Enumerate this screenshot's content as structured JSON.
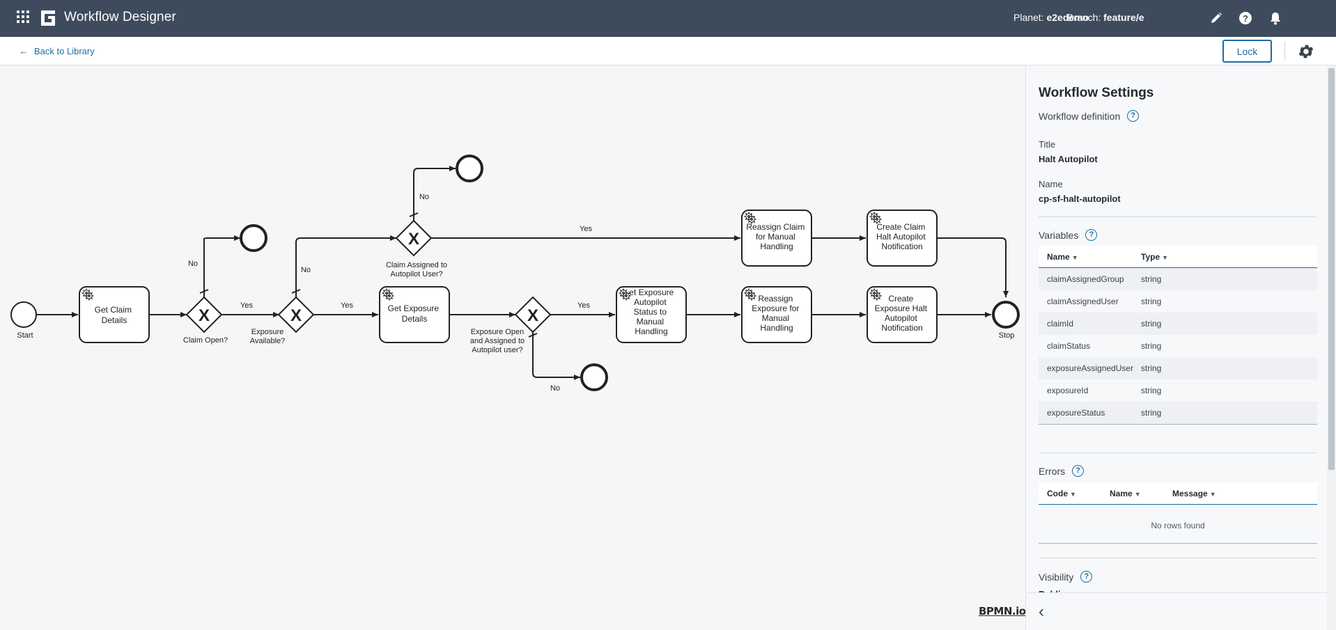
{
  "appbar": {
    "title": "Workflow Designer",
    "planet_label": "Planet:",
    "planet_value": "e2edemo",
    "branch_label": "Branch:",
    "branch_value": "feature/e",
    "icons": [
      "apps-grid-icon",
      "logo-icon",
      "pencil-icon",
      "help-icon",
      "bell-icon"
    ]
  },
  "toolbar": {
    "back_label": "Back to Library",
    "lock_label": "Lock",
    "settings_icon": "gear-icon"
  },
  "diagram": {
    "start_label": "Start",
    "stop_label": "Stop",
    "tasks": {
      "get_claim": [
        "Get Claim",
        "Details"
      ],
      "get_exposure": [
        "Get Exposure",
        "Details"
      ],
      "set_exposure": [
        "et Exposure",
        "Autopilot",
        "Status to",
        "Manual",
        "Handling"
      ],
      "reassign_claim": [
        "Reassign Claim",
        "for Manual",
        "Handling"
      ],
      "create_claim_notif": [
        "Create Claim",
        "Halt Autopilot",
        "Notification"
      ],
      "reassign_exposure": [
        "Reassign",
        "Exposure for",
        "Manual",
        "Handling"
      ],
      "create_exposure_notif": [
        "Create",
        "Exposure Halt",
        "Autopilot",
        "Notification"
      ]
    },
    "gateways": {
      "claim_open": [
        "Claim Open?"
      ],
      "exposure_available": [
        "Exposure",
        "Available?"
      ],
      "claim_assigned": [
        "Claim Assigned to",
        "Autopilot User?"
      ],
      "exposure_open": [
        "Exposure Open",
        "and Assigned to",
        "Autopilot user?"
      ]
    },
    "flow_labels": {
      "yes": "Yes",
      "no": "No"
    },
    "gateway_mark": "X",
    "watermark": "BPMN.io"
  },
  "settings": {
    "title": "Workflow Settings",
    "definition_label": "Workflow definition",
    "title_label": "Title",
    "title_value": "Halt Autopilot",
    "name_label": "Name",
    "name_value": "cp-sf-halt-autopilot",
    "variables_label": "Variables",
    "variables_columns": [
      "Name",
      "Type"
    ],
    "variables": [
      {
        "name": "claimAssignedGroup",
        "type": "string"
      },
      {
        "name": "claimAssignedUser",
        "type": "string"
      },
      {
        "name": "claimId",
        "type": "string"
      },
      {
        "name": "claimStatus",
        "type": "string"
      },
      {
        "name": "exposureAssignedUser",
        "type": "string"
      },
      {
        "name": "exposureId",
        "type": "string"
      },
      {
        "name": "exposureStatus",
        "type": "string"
      }
    ],
    "errors_label": "Errors",
    "errors_columns": [
      "Code",
      "Name",
      "Message"
    ],
    "errors_empty": "No rows found",
    "visibility_label": "Visibility",
    "visibility_value": "Public"
  },
  "colors": {
    "appbar": "#3d4b5c",
    "accent": "#1a6fa0",
    "canvas": "#f5f6f8"
  }
}
